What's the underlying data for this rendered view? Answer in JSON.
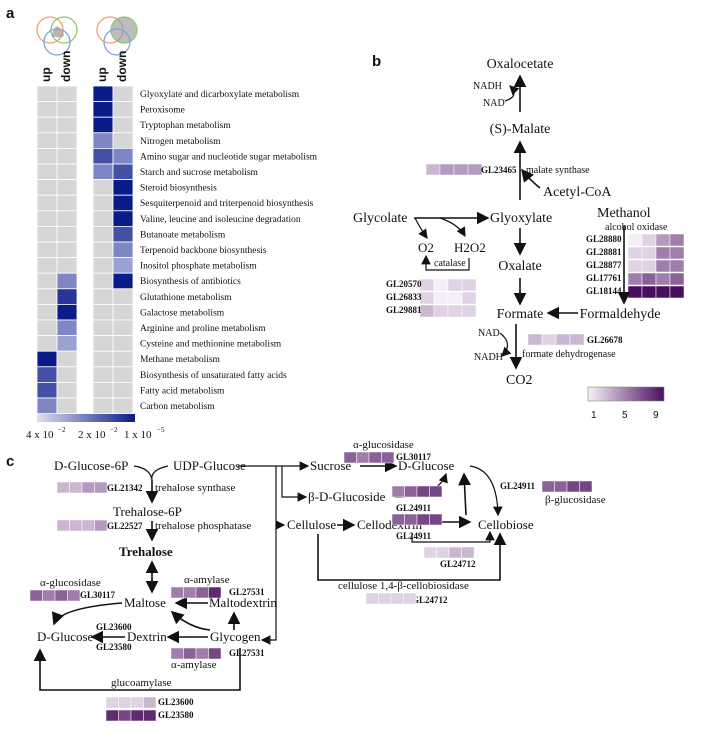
{
  "panel_a": {
    "label": "a",
    "col_labels": [
      "up",
      "down",
      "up",
      "down"
    ],
    "pathways": [
      "Glyoxylate and dicarboxylate metabolism",
      "Peroxisome",
      "Tryptophan metabolism",
      "Nitrogen metabolism",
      "Amino sugar and nucleotide sugar metabolism",
      "Starch and sucrose metabolism",
      "Steroid biosynthesis",
      "Sesquiterpenoid and triterpenoid biosynthesis",
      "Valine, leucine and isoleucine degradation",
      "Butanoate metabolism",
      "Terpenoid backbone biosynthesis",
      "Inositol phosphate metabolism",
      "Biosynthesis of antibiotics",
      "Glutathione metabolism",
      "Galactose metabolism",
      "Arginine and proline metabolism",
      "Cysteine and methionine metabolism",
      "Methane metabolism",
      "Biosynthesis of unsaturated fatty acids",
      "Fatty acid metabolism",
      "Carbon metabolism"
    ],
    "cells": [
      [
        0,
        0,
        3,
        0
      ],
      [
        0,
        0,
        3,
        0
      ],
      [
        0,
        0,
        3,
        0
      ],
      [
        0,
        0,
        1,
        0
      ],
      [
        0,
        0,
        2,
        1
      ],
      [
        0,
        0,
        1,
        2
      ],
      [
        0,
        0,
        0,
        3
      ],
      [
        0,
        0,
        0,
        3
      ],
      [
        0,
        0,
        0,
        3
      ],
      [
        0,
        0,
        0,
        2
      ],
      [
        0,
        0,
        0,
        1
      ],
      [
        0,
        0,
        0,
        0.5
      ],
      [
        0,
        1,
        0,
        3
      ],
      [
        0,
        2.5,
        0,
        0
      ],
      [
        0,
        3,
        0,
        0
      ],
      [
        0,
        1,
        0,
        0
      ],
      [
        0,
        0.5,
        0,
        0
      ],
      [
        3,
        0,
        0,
        0
      ],
      [
        2,
        0,
        0,
        0
      ],
      [
        2,
        0,
        0,
        0
      ],
      [
        1,
        0,
        0,
        0
      ]
    ],
    "colors": {
      "empty": "#d6d6d6",
      "low": "#b8bde0",
      "high": "#0a1b8a"
    },
    "legend_labels": [
      "4 x 10",
      "−2",
      "2 x 10",
      "−2",
      "1 x 10",
      "−5"
    ]
  },
  "panel_b": {
    "label": "b",
    "nodes": {
      "oxaloacetate": "Oxalocetate",
      "nadh": "NADH",
      "nad": "NAD",
      "malate": "(S)-Malate",
      "acetyl_coa": "Acetyl-CoA",
      "glycolate": "Glycolate",
      "glyoxylate": "Glyoxylate",
      "methanol": "Methanol",
      "alcohol_oxidase": "alcohol oxidase",
      "o2": "O2",
      "h2o2": "H2O2",
      "catalase": "catalase",
      "oxalate": "Oxalate",
      "formate": "Formate",
      "formaldehyde": "Formaldehyde",
      "nad2": "NAD",
      "nadh2": "NADH",
      "formate_dh": "formate dehydrogenase",
      "co2": "CO2",
      "malate_synthase": "malate synthase"
    },
    "genes": {
      "malate_synthase": [
        "GL23465"
      ],
      "catalase": [
        "GL20570",
        "GL26833",
        "GL29881"
      ],
      "alcohol_oxidase": [
        "GL28880",
        "GL28881",
        "GL28877",
        "GL17761",
        "GL18144"
      ],
      "formate_dh": [
        "GL26678"
      ]
    },
    "heat": {
      "malate_synthase": [
        [
          3,
          4,
          4,
          4
        ]
      ],
      "catalase": [
        [
          2,
          1,
          2,
          2
        ],
        [
          2,
          1,
          1,
          2
        ],
        [
          3,
          2,
          2,
          2
        ]
      ],
      "alcohol_oxidase": [
        [
          1,
          2,
          4,
          5
        ],
        [
          2,
          2,
          5,
          5
        ],
        [
          2,
          2,
          5,
          5
        ],
        [
          5,
          6,
          5,
          6
        ],
        [
          9,
          9,
          9,
          9
        ]
      ],
      "formate_dh": [
        [
          3,
          2,
          3,
          3
        ]
      ]
    },
    "scale_labels": [
      "1",
      "5",
      "9"
    ],
    "colors": {
      "low": "#f4eef7",
      "high": "#4a0e5e"
    }
  },
  "panel_c": {
    "label": "c",
    "nodes": {
      "d_glucose_6p": "D-Glucose-6P",
      "udp_glucose": "UDP-Glucose",
      "trehalose_synthase": "trehalose  synthase",
      "trehalose_6p": "Trehalose-6P",
      "trehalose_phosphatase": "trehalose  phosphatase",
      "trehalose": "Trehalose",
      "alpha_amylase_top": "α-amylase",
      "alpha_glucosidase_left": "α-glucosidase",
      "maltose": "Maltose",
      "maltodextrin": "Maltodextrin",
      "d_glucose_left": "D-Glucose",
      "dextrin": "Dextrin",
      "glycogen": "Glycogen",
      "alpha_amylase_bottom": "α-amylase",
      "glucoamylase": "glucoamylase",
      "alpha_glucosidase_top": "α-glucosidase",
      "sucrose": "Sucrose",
      "d_glucose_right": "D-Glucose",
      "beta_d_glucoside": "β-D-Glucoside",
      "beta_glucosidase": "β-glucosidase",
      "cellulose": "Cellulose",
      "cellodextrin": "Cellodextrin",
      "cellobiose": "Cellobiose",
      "cellulose_cellobiosidase": "cellulose 1,4-β-cellobiosidase"
    },
    "genes": {
      "trehalose_synthase": "GL21342",
      "trehalose_phosphatase": "GL22527",
      "alpha_glucosidase_left": "GL30117",
      "alpha_amylase_top": "GL27531",
      "dextrin_1": "GL23600",
      "dextrin_2": "GL23580",
      "alpha_amylase_bottom": "GL27531",
      "glucoamylase_1": "GL23600",
      "glucoamylase_2": "GL23580",
      "alpha_glucosidase_top": "GL30117",
      "beta_glucosidase_right": "GL24911",
      "beta_glucosidase_a": "GL24911",
      "beta_glucosidase_b": "GL24911",
      "cellobiosidase_a": "GL24712",
      "cellobiosidase_b": "GL24712"
    },
    "heat": {
      "trehalose_synthase": [
        3,
        3,
        4,
        4
      ],
      "trehalose_phosphatase": [
        3,
        3,
        3,
        4
      ],
      "alpha_glucosidase_left": [
        6,
        5,
        6,
        5
      ],
      "alpha_amylase_top": [
        5,
        5,
        6,
        8
      ],
      "alpha_amylase_bottom": [
        5,
        6,
        5,
        7
      ],
      "glucoamylase_1": [
        2,
        2,
        2,
        3
      ],
      "glucoamylase_2": [
        8,
        7,
        8,
        8
      ],
      "alpha_glucosidase_top": [
        6,
        5,
        6,
        6
      ],
      "beta_glucosidase_right": [
        6,
        6,
        7,
        7
      ],
      "beta_glucosidase_a": [
        5,
        6,
        7,
        7
      ],
      "beta_glucosidase_b": [
        6,
        6,
        7,
        7
      ],
      "cellobiosidase_a": [
        2,
        2,
        3,
        3
      ],
      "cellobiosidase_b": [
        2,
        2,
        2,
        2
      ]
    }
  }
}
